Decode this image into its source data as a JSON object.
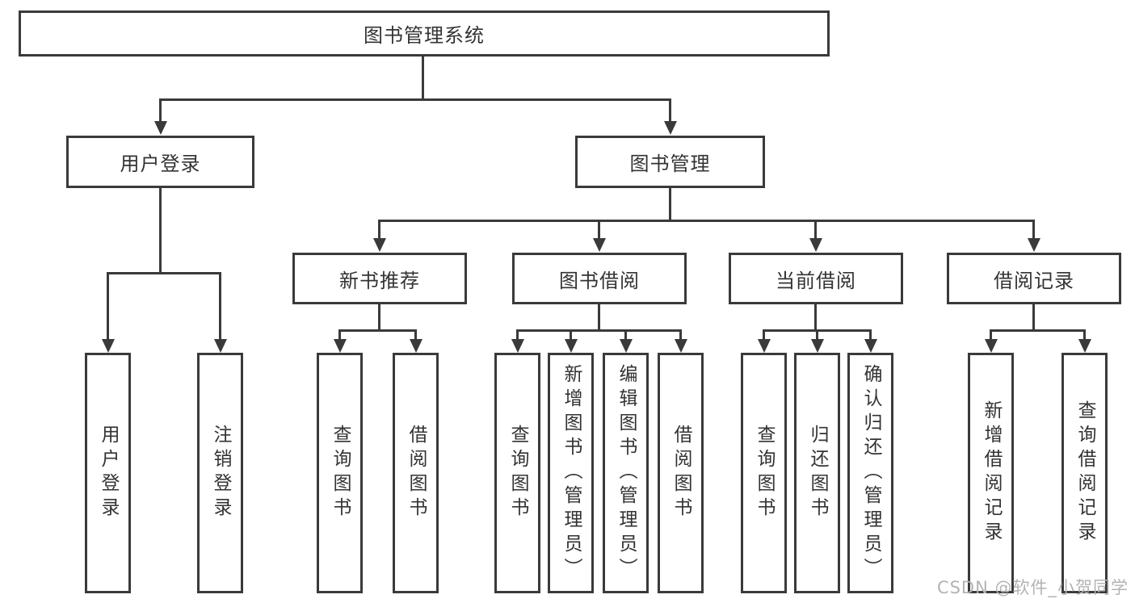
{
  "colors": {
    "line": "#3a3a3a",
    "text": "#333333",
    "bg": "#ffffff",
    "watermark": "#b3b3b3"
  },
  "tree": {
    "label": "图书管理系统",
    "children": [
      {
        "label": "用户登录",
        "children": [
          {
            "label": "用户登录"
          },
          {
            "label": "注销登录"
          }
        ]
      },
      {
        "label": "图书管理",
        "children": [
          {
            "label": "新书推荐",
            "children": [
              {
                "label": "查询图书"
              },
              {
                "label": "借阅图书"
              }
            ]
          },
          {
            "label": "图书借阅",
            "children": [
              {
                "label": "查询图书"
              },
              {
                "label": "新增图书（管理员）"
              },
              {
                "label": "编辑图书（管理员）"
              },
              {
                "label": "借阅图书"
              }
            ]
          },
          {
            "label": "当前借阅",
            "children": [
              {
                "label": "查询图书"
              },
              {
                "label": "归还图书"
              },
              {
                "label": "确认归还（管理员）"
              }
            ]
          },
          {
            "label": "借阅记录",
            "children": [
              {
                "label": "新增借阅记录"
              },
              {
                "label": "查询借阅记录"
              }
            ]
          }
        ]
      }
    ]
  },
  "watermark": {
    "text": "CSDN @软件_小贺同学"
  }
}
